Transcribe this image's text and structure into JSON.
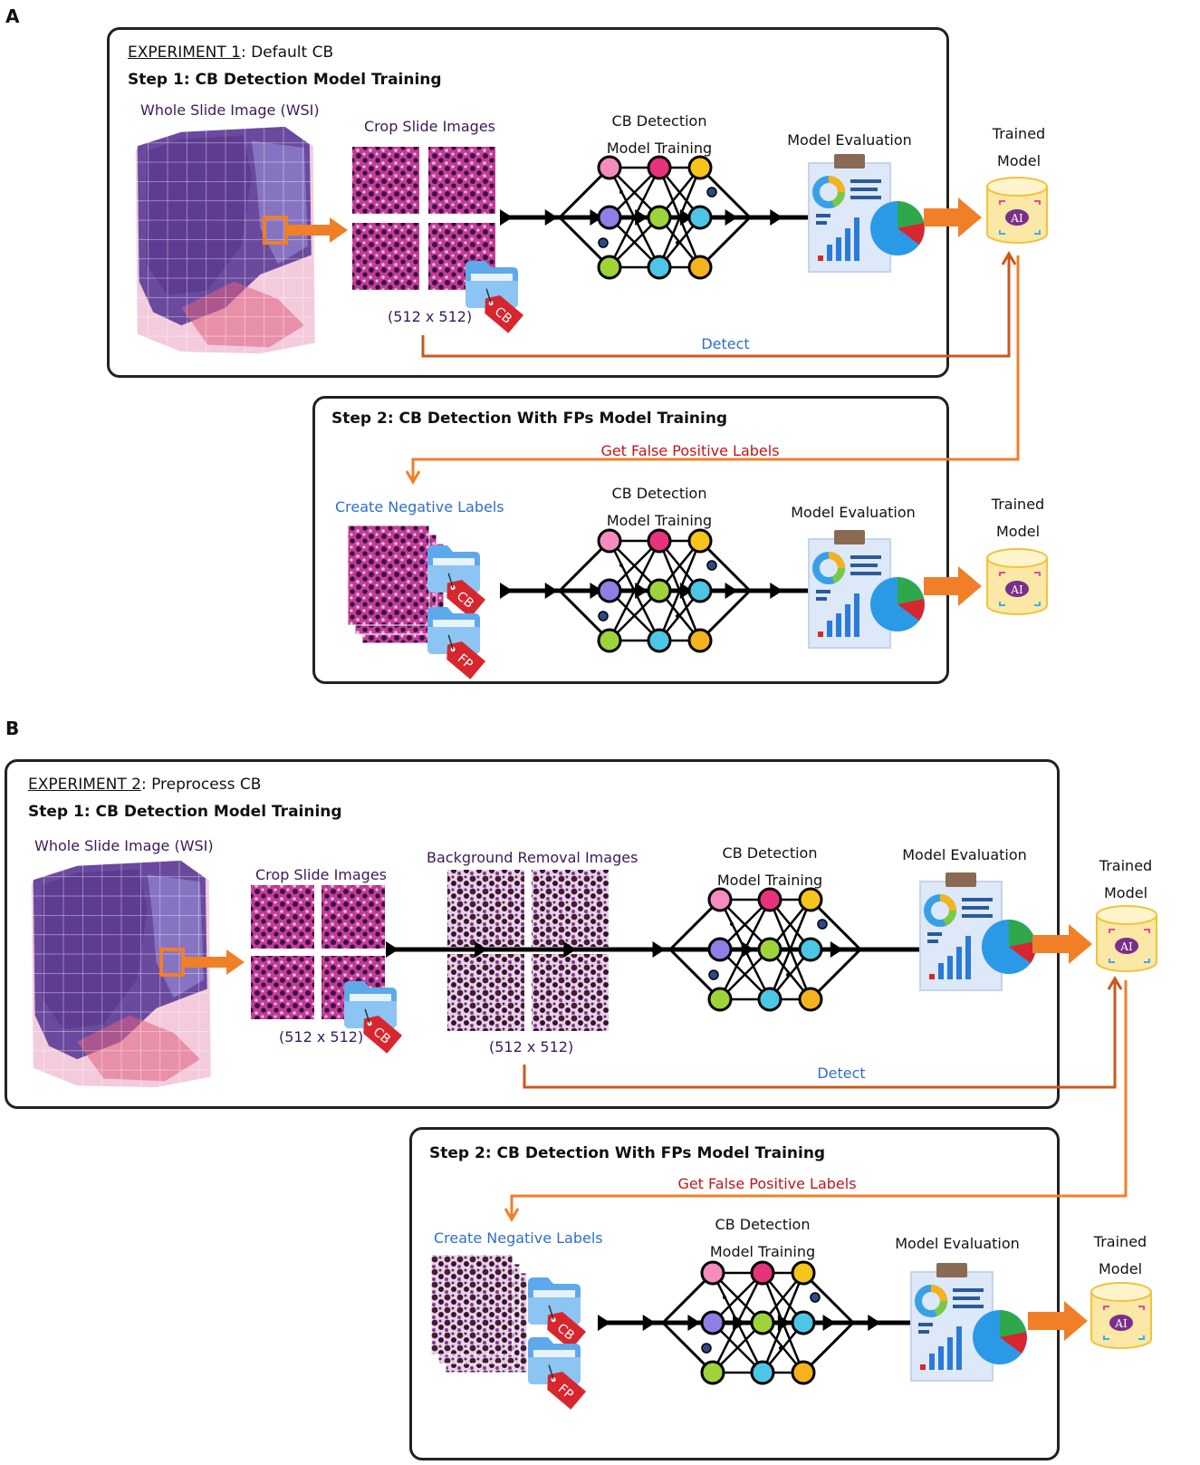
{
  "panels": {
    "a": {
      "letter": "A",
      "experiment_label": "EXPERIMENT 1",
      "experiment_name": ": Default CB",
      "step1": "Step 1: CB Detection Model Training",
      "wsi_label": "Whole Slide Image (WSI)",
      "crop_label": "Crop Slide Images",
      "crop_size": "(512 x 512)",
      "training_line1": "CB Detection",
      "training_line2": "Model Training",
      "evaluation": "Model Evaluation",
      "trained_line1": "Trained",
      "trained_line2": "Model",
      "detect": "Detect",
      "step2": "Step 2: CB Detection With FPs Model Training",
      "fp_labels": "Get False Positive Labels",
      "negative": "Create Negative Labels",
      "training2_line1": "CB Detection",
      "training2_line2": "Model Training",
      "evaluation2": "Model Evaluation",
      "trained2_line1": "Trained",
      "trained2_line2": "Model"
    },
    "b": {
      "letter": "B",
      "experiment_label": "EXPERIMENT 2",
      "experiment_name": ": Preprocess CB",
      "step1": "Step 1: CB Detection Model Training",
      "wsi_label": "Whole Slide Image (WSI)",
      "crop_label": "Crop Slide Images",
      "crop_size": "(512 x 512)",
      "bg_label": "Background Removal Images",
      "bg_size": "(512 x 512)",
      "training_line1": "CB Detection",
      "training_line2": "Model Training",
      "evaluation": "Model Evaluation",
      "trained_line1": "Trained",
      "trained_line2": "Model",
      "detect": "Detect",
      "step2": "Step 2: CB Detection With FPs Model Training",
      "fp_labels": "Get False Positive Labels",
      "negative": "Create Negative Labels",
      "training2_line1": "CB Detection",
      "training2_line2": "Model Training",
      "evaluation2": "Model Evaluation",
      "trained2_line1": "Trained",
      "trained2_line2": "Model"
    }
  },
  "tags": {
    "cb": "CB",
    "fp": "FP",
    "ai": "AI"
  },
  "colors": {
    "flow_orange": "#f07f28",
    "feedback_orange": "#c9591b",
    "node_pink": "#f58bbf",
    "node_magenta": "#e8327c",
    "node_yellow": "#f6c41a",
    "node_purple": "#8f7ee6",
    "node_green": "#9fd33a",
    "node_cyan": "#4cc6e6",
    "node_orange": "#f4b31d",
    "tissue_purple": "#6a4a9e",
    "tissue_pink": "#e9a0c0"
  },
  "icons": [
    "folder-icon",
    "tag-icon",
    "report-icon",
    "pie-chart-icon",
    "database-icon",
    "neural-network-icon",
    "grid-icon"
  ]
}
